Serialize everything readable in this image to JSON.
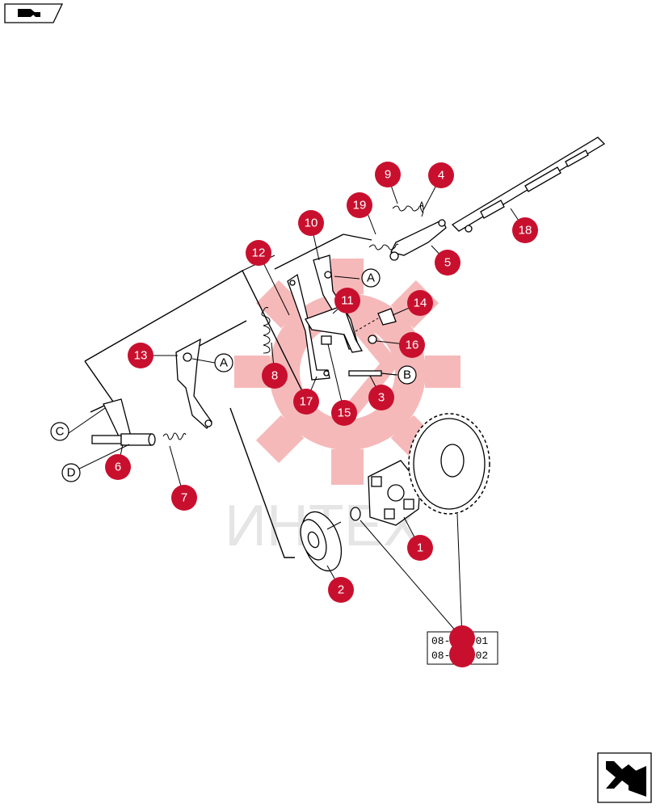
{
  "callouts": [
    {
      "id": "c1",
      "label": "1"
    },
    {
      "id": "c2",
      "label": "2"
    },
    {
      "id": "c3",
      "label": "3"
    },
    {
      "id": "c4",
      "label": "4"
    },
    {
      "id": "c5",
      "label": "5"
    },
    {
      "id": "c6",
      "label": "6"
    },
    {
      "id": "c7",
      "label": "7"
    },
    {
      "id": "c8",
      "label": "8"
    },
    {
      "id": "c9",
      "label": "9"
    },
    {
      "id": "c10",
      "label": "10"
    },
    {
      "id": "c11",
      "label": "11"
    },
    {
      "id": "c12",
      "label": "12"
    },
    {
      "id": "c13",
      "label": "13"
    },
    {
      "id": "c14",
      "label": "14"
    },
    {
      "id": "c15",
      "label": "15"
    },
    {
      "id": "c16",
      "label": "16"
    },
    {
      "id": "c17",
      "label": "17"
    },
    {
      "id": "c18",
      "label": "18"
    },
    {
      "id": "c19",
      "label": "19"
    }
  ],
  "refs": {
    "A": "A",
    "B": "B",
    "C": "C",
    "D": "D"
  },
  "watermark": {
    "text": "ИНТЕХ",
    "color": "#e84a4a"
  },
  "reference_box": {
    "line1": "08-004-01",
    "line2": "08-004-02"
  },
  "colors": {
    "callout": "#c8102e",
    "lines": "#000000"
  },
  "icons": {
    "top_left": "back-arrow-icon",
    "bottom_right": "next-page-icon"
  }
}
